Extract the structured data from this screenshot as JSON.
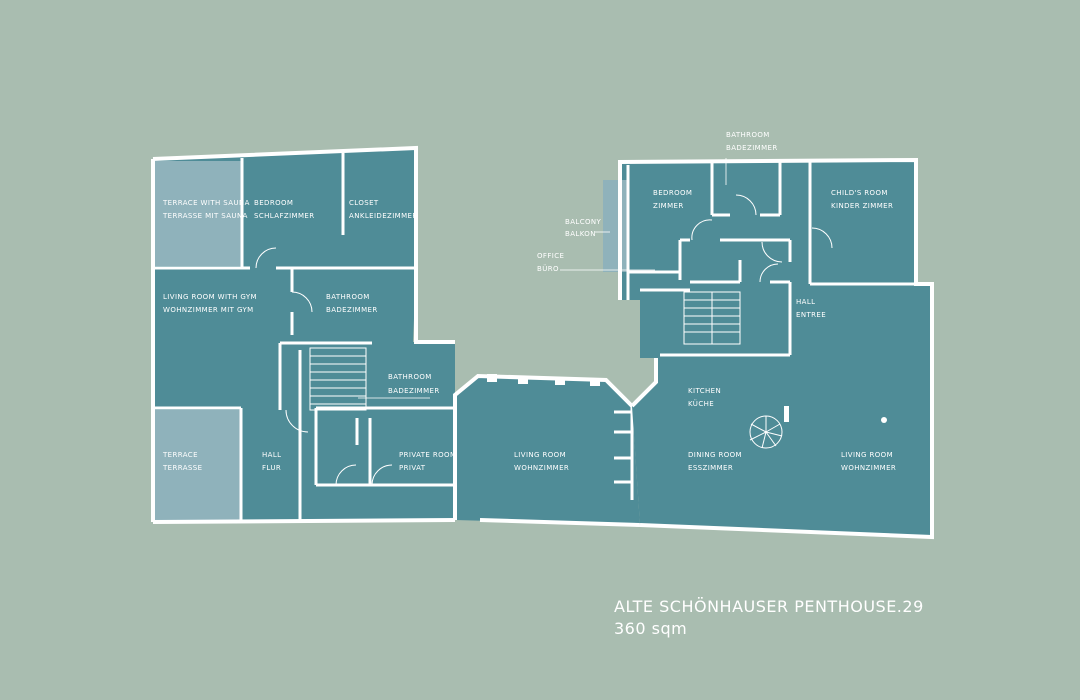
{
  "colors": {
    "background": "#a9bdb0",
    "floor": "#4f8c97",
    "terrace": "#8fb2bb",
    "wall": "#ffffff"
  },
  "rooms": {
    "terrace_sauna": {
      "en": "TERRACE WITH SAUNA",
      "de": "TERRASSE MIT SAUNA"
    },
    "bedroom_left": {
      "en": "BEDROOM",
      "de": "SCHLAFZIMMER"
    },
    "closet": {
      "en": "CLOSET",
      "de": "ANKLEIDEZIMMER"
    },
    "living_gym": {
      "en": "LIVING ROOM WITH GYM",
      "de": "WOHNZIMMER MIT GYM"
    },
    "bathroom_left": {
      "en": "BATHROOM",
      "de": "BADEZIMMER"
    },
    "bathroom_center": {
      "en": "BATHROOM",
      "de": "BADEZIMMER"
    },
    "terrace": {
      "en": "TERRACE",
      "de": "TERRASSE"
    },
    "hall_left": {
      "en": "HALL",
      "de": "FLUR"
    },
    "private_room": {
      "en": "PRIVATE ROOM",
      "de": "PRIVAT"
    },
    "living_center": {
      "en": "LIVING ROOM",
      "de": "WOHNZIMMER"
    },
    "bathroom_top": {
      "en": "BATHROOM",
      "de": "BADEZIMMER"
    },
    "bedroom_right": {
      "en": "BEDROOM",
      "de": "ZIMMER"
    },
    "childs_room": {
      "en": "CHILD'S ROOM",
      "de": "KINDER  ZIMMER"
    },
    "balcony": {
      "en": "BALCONY",
      "de": "BALKON"
    },
    "office": {
      "en": "OFFICE",
      "de": "BÜRO"
    },
    "hall_right": {
      "en": "HALL",
      "de": "ENTREE"
    },
    "kitchen": {
      "en": "KITCHEN",
      "de": "KÜCHE"
    },
    "dining": {
      "en": "DINING ROOM",
      "de": "ESSZIMMER"
    },
    "living_right": {
      "en": "LIVING ROOM",
      "de": "WOHNZIMMER"
    }
  },
  "title": {
    "name": "ALTE SCHÖNHAUSER PENTHOUSE.29",
    "area": "360 sqm"
  }
}
